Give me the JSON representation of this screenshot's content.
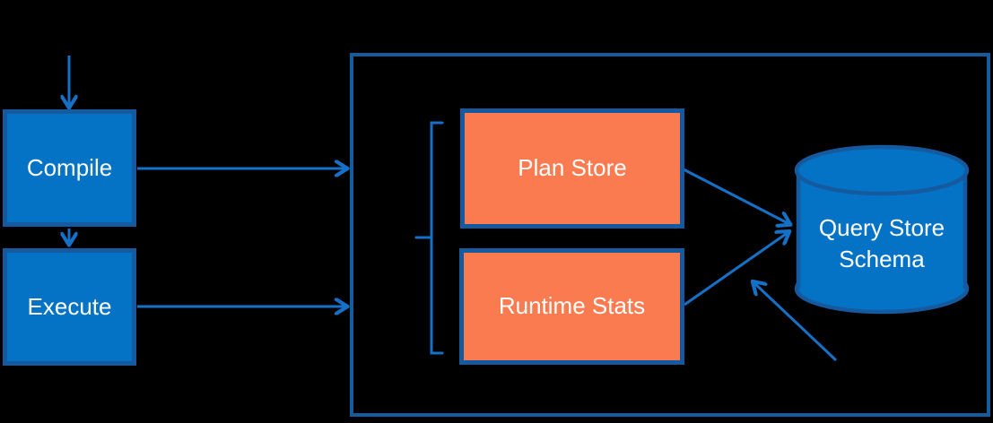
{
  "nodes": {
    "compile": {
      "label": "Compile"
    },
    "execute": {
      "label": "Execute"
    },
    "plan_store": {
      "label": "Plan Store"
    },
    "runtime_stats": {
      "label": "Runtime Stats"
    },
    "query_store_schema": {
      "label": "Query Store Schema",
      "lines": [
        "Query Store",
        "Schema"
      ]
    }
  },
  "colors": {
    "background": "#000000",
    "node_fill": "#0473C6",
    "node_border": "#15599E",
    "orange_fill": "#FB7B51",
    "container_border": "#155C9E",
    "arrow": "#1571C8",
    "text": "#FFFFFF"
  }
}
